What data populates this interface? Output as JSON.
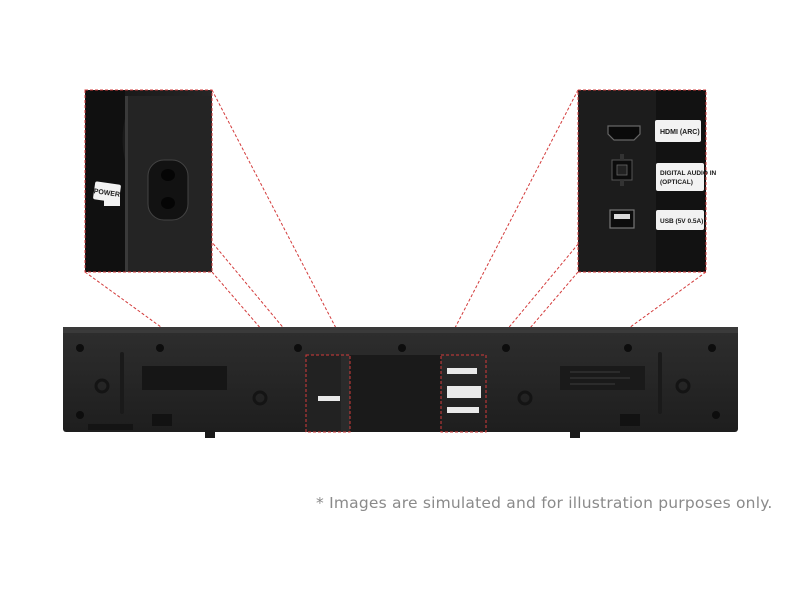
{
  "ports": {
    "power": "POWER",
    "hdmi": "HDMI (ARC)",
    "optical_line1": "DIGITAL AUDIO IN",
    "optical_line2": "(OPTICAL)",
    "usb": "USB (5V 0.5A)"
  },
  "disclaimer": "* Images are simulated and for illustration purposes only.",
  "colors": {
    "callout_line": "#d33b3b",
    "device_body": "#262626",
    "panel_bg": "#1c1c1c",
    "label_bg": "#f2f2f2"
  }
}
